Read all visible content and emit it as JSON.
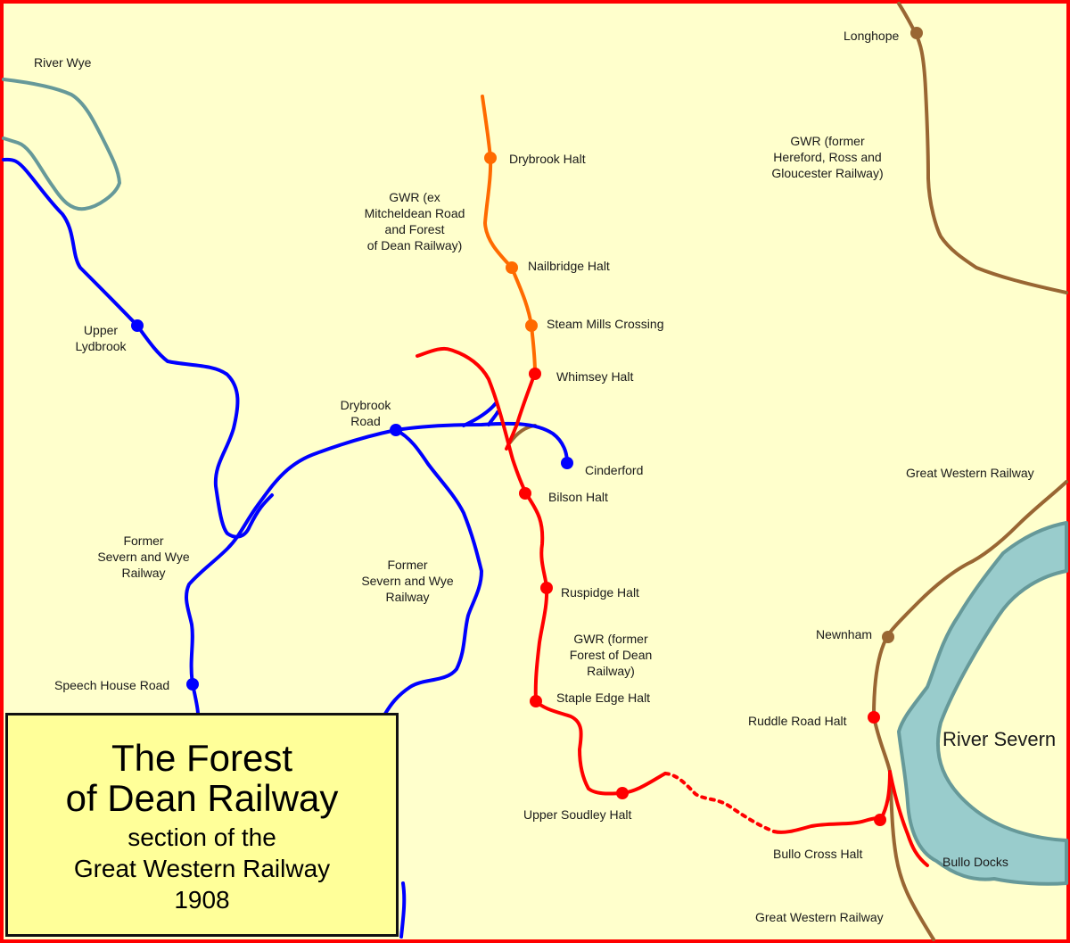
{
  "map": {
    "title": {
      "line1": "The Forest",
      "line2": "of Dean Railway",
      "line3": "section of the",
      "line4": "Great Western Railway",
      "line5": "1908"
    },
    "colors": {
      "background": "#ffffcc",
      "border": "#ff0000",
      "title_box": "#ffff99",
      "forest_of_dean_railway": "#ff0000",
      "mitcheldean_road_line": "#ff6a00",
      "severn_and_wye_railway": "#0000ff",
      "great_western_railway": "#996633",
      "river_fill": "#99cccc",
      "river_edge": "#669999"
    },
    "rivers": [
      {
        "name": "River Wye"
      },
      {
        "name": "River Severn"
      }
    ],
    "line_labels": {
      "mitcheldean": [
        "GWR (ex",
        "Mitcheldean Road",
        "and Forest",
        "of Dean Railway)"
      ],
      "hereford_ross": [
        "GWR (former",
        "Hereford, Ross and",
        "Gloucester Railway)"
      ],
      "forest_of_dean": [
        "GWR (former",
        "Forest of Dean",
        "Railway)"
      ],
      "severn_wye_west": [
        "Former",
        "Severn and Wye",
        "Railway"
      ],
      "severn_wye_east": [
        "Former",
        "Severn and Wye",
        "Railway"
      ],
      "gwr_north": "Great Western Railway",
      "gwr_south": "Great Western Railway"
    },
    "stations": {
      "drybrook_halt": "Drybrook Halt",
      "nailbridge_halt": "Nailbridge Halt",
      "steam_mills_crossing": "Steam Mills Crossing",
      "whimsey_halt": "Whimsey Halt",
      "cinderford": "Cinderford",
      "bilson_halt": "Bilson Halt",
      "ruspidge_halt": "Ruspidge Halt",
      "staple_edge_halt": "Staple Edge Halt",
      "upper_soudley_halt": "Upper Soudley Halt",
      "bullo_cross_halt": "Bullo Cross Halt",
      "bullo_docks": "Bullo Docks",
      "ruddle_road_halt": "Ruddle Road Halt",
      "newnham": "Newnham",
      "longhope": "Longhope",
      "upper_lydbrook": [
        "Upper",
        "Lydbrook"
      ],
      "drybrook_road": [
        "Drybrook",
        "Road"
      ],
      "speech_house_road": "Speech House Road"
    }
  }
}
